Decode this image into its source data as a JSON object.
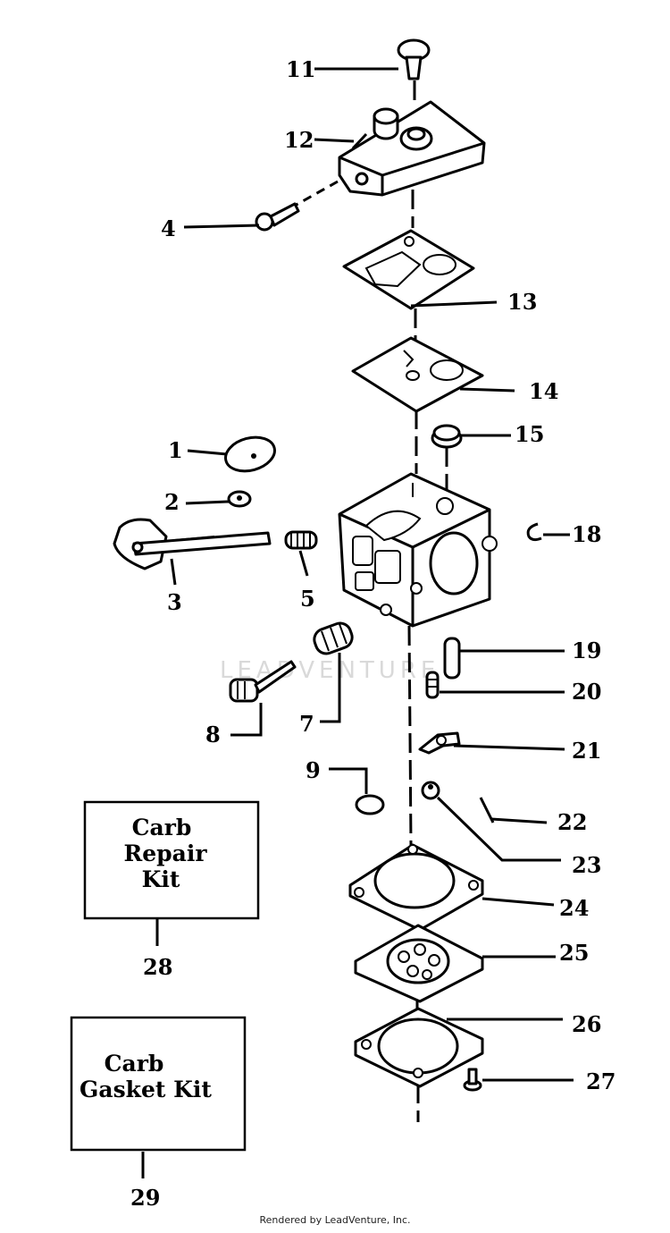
{
  "callouts": [
    {
      "label": "11"
    },
    {
      "label": "12"
    },
    {
      "label": "4"
    },
    {
      "label": "13"
    },
    {
      "label": "14"
    },
    {
      "label": "15"
    },
    {
      "label": "1"
    },
    {
      "label": "2"
    },
    {
      "label": "18"
    },
    {
      "label": "3"
    },
    {
      "label": "5"
    },
    {
      "label": "19"
    },
    {
      "label": "20"
    },
    {
      "label": "7"
    },
    {
      "label": "8"
    },
    {
      "label": "21"
    },
    {
      "label": "9"
    },
    {
      "label": "22"
    },
    {
      "label": "23"
    },
    {
      "label": "24"
    },
    {
      "label": "28"
    },
    {
      "label": "25"
    },
    {
      "label": "26"
    },
    {
      "label": "27"
    },
    {
      "label": "29"
    }
  ],
  "kits": [
    {
      "lines": [
        "Carb",
        "Repair",
        "Kit"
      ]
    },
    {
      "lines": [
        "Carb",
        "Gasket Kit"
      ]
    }
  ],
  "watermark": "LEADVENTURE",
  "footer": "Rendered by LeadVenture, Inc."
}
